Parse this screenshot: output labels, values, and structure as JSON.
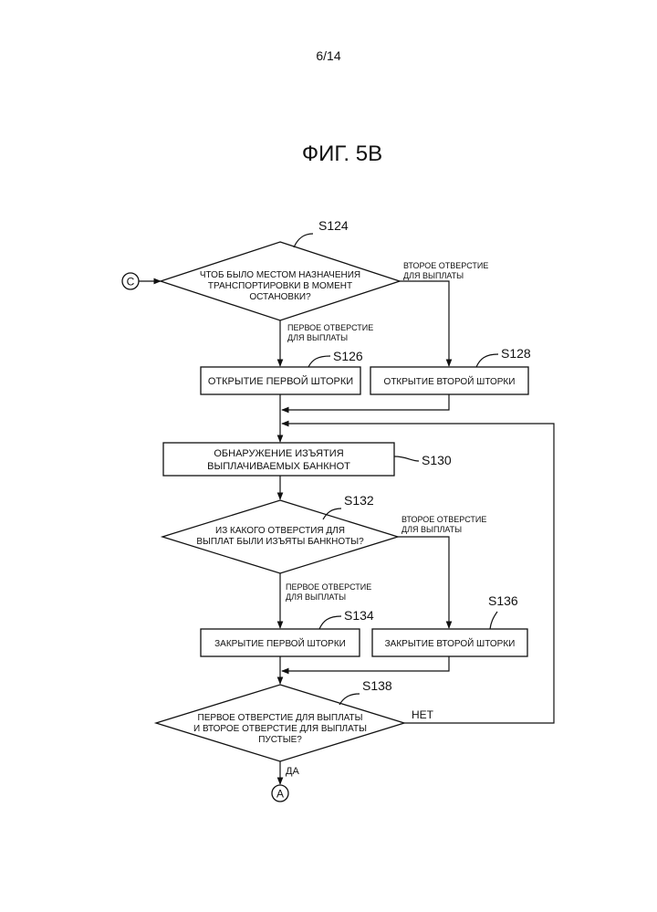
{
  "page_number": "6/14",
  "figure_title": "ФИГ. 5В",
  "connectors": {
    "in": "C",
    "out": "A"
  },
  "nodes": {
    "s124": {
      "step": "S124",
      "lines": [
        "ЧТОБ БЫЛО МЕСТОМ НАЗНАЧЕНИЯ",
        "ТРАНСПОРТИРОВКИ В МОМЕНТ",
        "ОСТАНОВКИ?"
      ]
    },
    "s126": {
      "step": "S126",
      "lines": [
        "ОТКРЫТИЕ ПЕРВОЙ ШТОРКИ"
      ]
    },
    "s128": {
      "step": "S128",
      "lines": [
        "ОТКРЫТИЕ ВТОРОЙ ШТОРКИ"
      ]
    },
    "s130": {
      "step": "S130",
      "lines": [
        "ОБНАРУЖЕНИЕ ИЗЪЯТИЯ",
        "ВЫПЛАЧИВАЕМЫХ БАНКНОТ"
      ]
    },
    "s132": {
      "step": "S132",
      "lines": [
        "ИЗ КАКОГО ОТВЕРСТИЯ ДЛЯ",
        "ВЫПЛАТ БЫЛИ ИЗЪЯТЫ БАНКНОТЫ?"
      ]
    },
    "s134": {
      "step": "S134",
      "lines": [
        "ЗАКРЫТИЕ ПЕРВОЙ ШТОРКИ"
      ]
    },
    "s136": {
      "step": "S136",
      "lines": [
        "ЗАКРЫТИЕ ВТОРОЙ ШТОРКИ"
      ]
    },
    "s138": {
      "step": "S138",
      "lines": [
        "ПЕРВОЕ ОТВЕРСТИЕ ДЛЯ ВЫПЛАТЫ",
        "И ВТОРОЕ ОТВЕРСТИЕ ДЛЯ ВЫПЛАТЫ",
        "ПУСТЫЕ?"
      ]
    }
  },
  "edge_labels": {
    "s124_first": [
      "ПЕРВОЕ ОТВЕРСТИЕ",
      "ДЛЯ ВЫПЛАТЫ"
    ],
    "s124_second": [
      "ВТОРОЕ ОТВЕРСТИЕ",
      "ДЛЯ ВЫПЛАТЫ"
    ],
    "s132_first": [
      "ПЕРВОЕ ОТВЕРСТИЕ",
      "ДЛЯ ВЫПЛАТЫ"
    ],
    "s132_second": [
      "ВТОРОЕ ОТВЕРСТИЕ",
      "ДЛЯ ВЫПЛАТЫ"
    ],
    "s138_no": "НЕТ",
    "s138_yes": "ДА"
  }
}
